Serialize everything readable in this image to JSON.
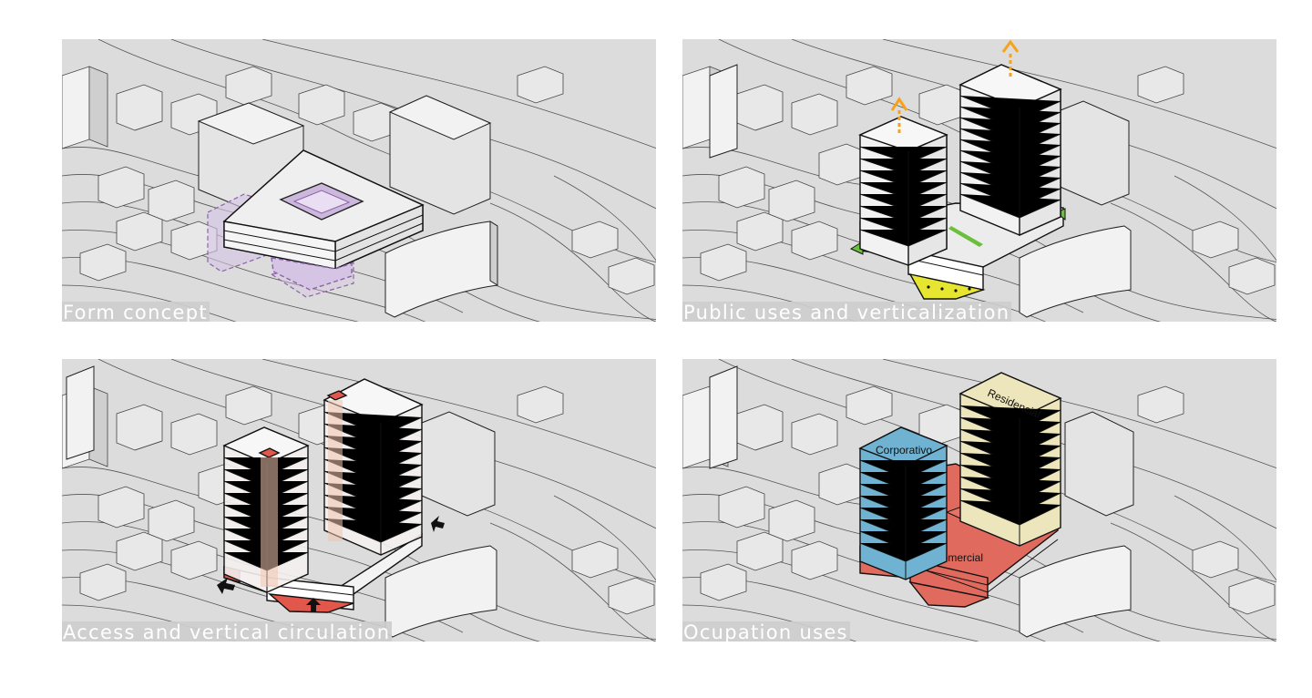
{
  "panels": [
    {
      "caption": "Form concept"
    },
    {
      "caption": "Public uses and verticalization"
    },
    {
      "caption": "Access and vertical circulation"
    },
    {
      "caption": "Ocupation uses",
      "labels": {
        "corporate": "Corporativo",
        "residential": "Residencial",
        "commercial": "Comercial"
      }
    }
  ],
  "colors": {
    "context": "#e6e6e6",
    "context_dark": "#bdbdbd",
    "building": "#ececec",
    "void_outline": "#9c7bb5",
    "void_fill": "#d9c9e6",
    "arrow": "#f7a21b",
    "green": "#6bbf3a",
    "plaza": "#e5e530",
    "core": "#e2574c",
    "core_light": "#f3c4ae",
    "corporate": "#6fb2d1",
    "residential": "#ede6bd",
    "commercial": "#e06a5d"
  },
  "icons": [
    "up-arrow-icon",
    "access-arrow-icon"
  ]
}
